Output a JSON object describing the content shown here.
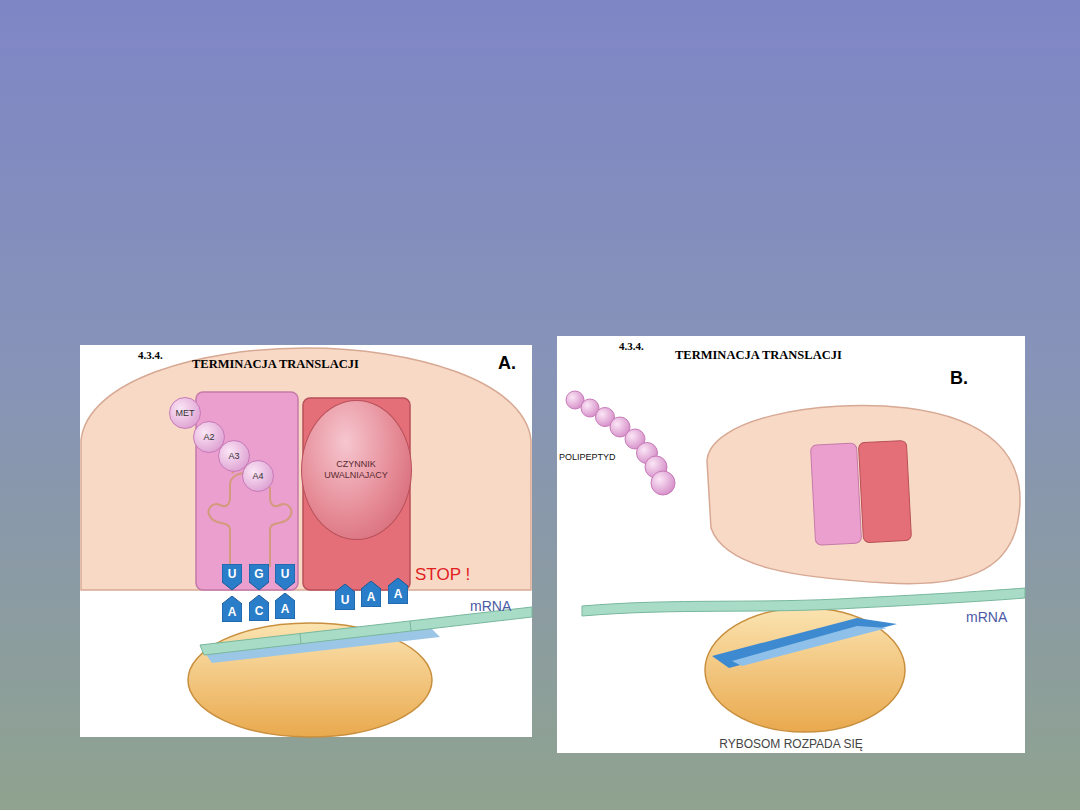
{
  "diagram": {
    "nodes": [
      {
        "text": [
          "4.3.4.",
          "TERMINACJA TRANSLACJI",
          "A."
        ]
      },
      {
        "text": [
          "MET"
        ],
        "in": 0
      },
      {
        "text": [
          "A2"
        ],
        "in": 0
      },
      {
        "text": [
          "A3"
        ],
        "in": 0
      },
      {
        "text": [
          "A4"
        ],
        "in": 0
      },
      {
        "text": [
          "CZYNNIK UWALNIAJACY"
        ],
        "in": 0
      },
      {
        "text": [
          "U"
        ],
        "in": 0
      },
      {
        "text": [
          "G"
        ],
        "in": 0
      },
      {
        "text": [
          "U"
        ],
        "in": 0
      },
      {
        "text": [
          "A"
        ],
        "in": 0
      },
      {
        "text": [
          "C"
        ],
        "in": 0
      },
      {
        "text": [
          "A"
        ],
        "in": 0
      },
      {
        "text": [
          "U"
        ],
        "in": 0
      },
      {
        "text": [
          "A"
        ],
        "in": 0
      },
      {
        "text": [
          "A"
        ],
        "in": 0
      },
      {
        "text": [
          "4.3.4.",
          "TERMINACJA TRANSLACJI",
          "B."
        ]
      }
    ],
    "labels": [
      "STOP !",
      "mRNA",
      "POLIPEPTYD",
      "mRNA",
      "RYBOSOM ROZPADA SIĘ"
    ]
  }
}
